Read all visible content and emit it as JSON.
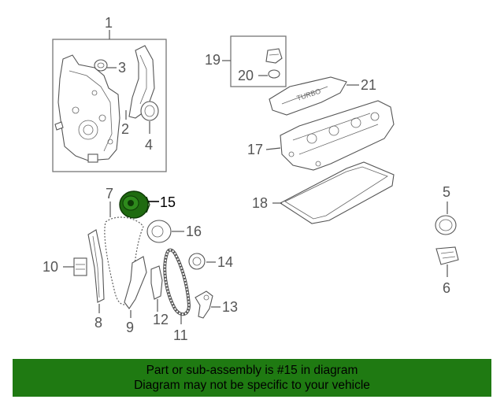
{
  "callouts": {
    "c1": "1",
    "c2": "2",
    "c3": "3",
    "c4": "4",
    "c5": "5",
    "c6": "6",
    "c7": "7",
    "c8": "8",
    "c9": "9",
    "c10": "10",
    "c11": "11",
    "c12": "12",
    "c13": "13",
    "c14": "14",
    "c15": "15",
    "c16": "16",
    "c17": "17",
    "c18": "18",
    "c19": "19",
    "c20": "20",
    "c21": "21"
  },
  "highlight": {
    "part": "15",
    "color": "#1f6b10"
  },
  "banner": {
    "line1": "Part or sub-assembly is #15 in diagram",
    "line2": "Diagram may not be specific to your vehicle",
    "background": "#1f7a12"
  }
}
